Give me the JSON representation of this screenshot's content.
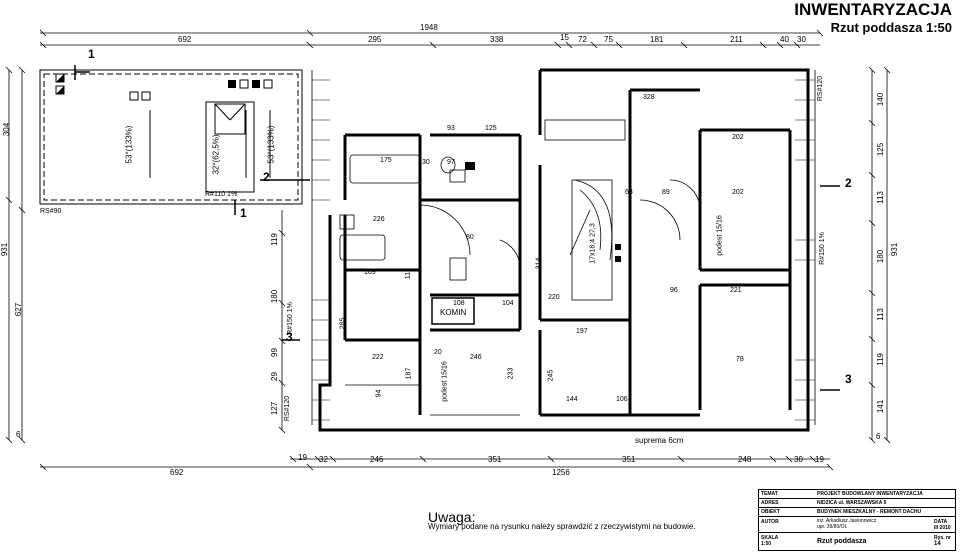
{
  "title": "INWENTARYZACJA",
  "subtitle": "Rzut poddasza   1:50",
  "dimensions": {
    "top_total": "1948",
    "top_row": [
      "692",
      "295",
      "338",
      "15",
      "72",
      "75",
      "181",
      "211",
      "40",
      "30"
    ],
    "bottom_total": "1256",
    "bottom_left": "692",
    "bottom_row": [
      "19",
      "32",
      "246",
      "351",
      "351",
      "248",
      "30",
      "19"
    ],
    "left_col": [
      "304",
      "931",
      "627",
      "119",
      "180",
      "99",
      "29",
      "127",
      "6"
    ],
    "right_col": [
      "140",
      "125",
      "113",
      "180",
      "931",
      "113",
      "119",
      "141",
      "6"
    ]
  },
  "section_marks": [
    "1",
    "1",
    "2",
    "2",
    "3",
    "3"
  ],
  "labels": {
    "rs90": "RS#90",
    "r110": "R#110  1%",
    "r150": "R#150  1%",
    "rs120_left": "RS#120",
    "rs120_right": "RS#120",
    "r150_right": "R#150  1%",
    "slope1": "53°(133%)",
    "slope2": "32°(62,5%)",
    "slope3": "53°(133%)",
    "komin": "KOMIN",
    "suprema": "suprema 6cm",
    "podest1": "podest 15/16",
    "podest2": "podest 15/16",
    "stairs": "17x18,4 27,3"
  },
  "room_numbers": [
    "175",
    "226",
    "169",
    "222",
    "246",
    "93",
    "97",
    "125",
    "108",
    "104",
    "220",
    "197",
    "314",
    "245",
    "233",
    "144",
    "106",
    "202",
    "202",
    "221",
    "78",
    "328",
    "89",
    "96",
    "68",
    "30",
    "20",
    "80",
    "187",
    "94",
    "285",
    "112"
  ],
  "uwaga": "Uwaga:",
  "uwaga_text": "Wymiary podane na rysunku należy sprawdzić z rzeczywistymi na budowie.",
  "legend": {
    "temat_label": "TEMAT",
    "temat": "PROJEKT BUDOWLANY INWENTARYZACJA",
    "adres_label": "ADRES",
    "adres": "NIDZICA ul. WARSZAWSKA 5",
    "obiekt_label": "OBIEKT",
    "obiekt": "BUDYNEK MIESZKALNY - REMONT DACHU",
    "autor_label": "AUTOR",
    "autor": "inż. Arkadiusz Jasionowicz",
    "upr": "upr. 39/80/OL",
    "data_label": "DATA",
    "data": "III 2010",
    "skala_label": "SKALA",
    "skala": "1:50",
    "rys": "Rzut poddasza",
    "rysnr_label": "Rys. nr",
    "rysnr": "14"
  }
}
